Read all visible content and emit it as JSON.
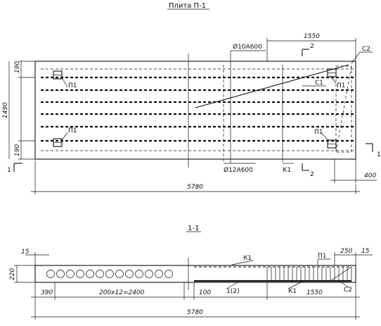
{
  "title": "Плита П-1",
  "plan": {
    "dim_top": "1550",
    "dim_left_top": "190",
    "dim_left_total": "1490",
    "dim_left_bottom": "190",
    "dim_right": "400",
    "dim_total": "5780",
    "rebar_top": "Ø10А600",
    "rebar_bottom": "Ø12А600",
    "frame": "К1",
    "label_c1": "С1",
    "label_c2": "С2",
    "label_p1": "П1",
    "section_1": "1",
    "section_2": "2"
  },
  "section": {
    "title": "1-1",
    "dim_height": "220",
    "dim_top_left": "15",
    "dim_top_right": "15",
    "dim_250": "250",
    "dim_390": "390",
    "dim_holes": "200х12=2400",
    "dim_100": "100",
    "dim_1550": "1550",
    "dim_total": "5780",
    "label_k1_top": "К1",
    "label_k1_bottom": "К1",
    "label_p1": "П1",
    "label_c2": "С2",
    "label_12": "1(2)"
  }
}
